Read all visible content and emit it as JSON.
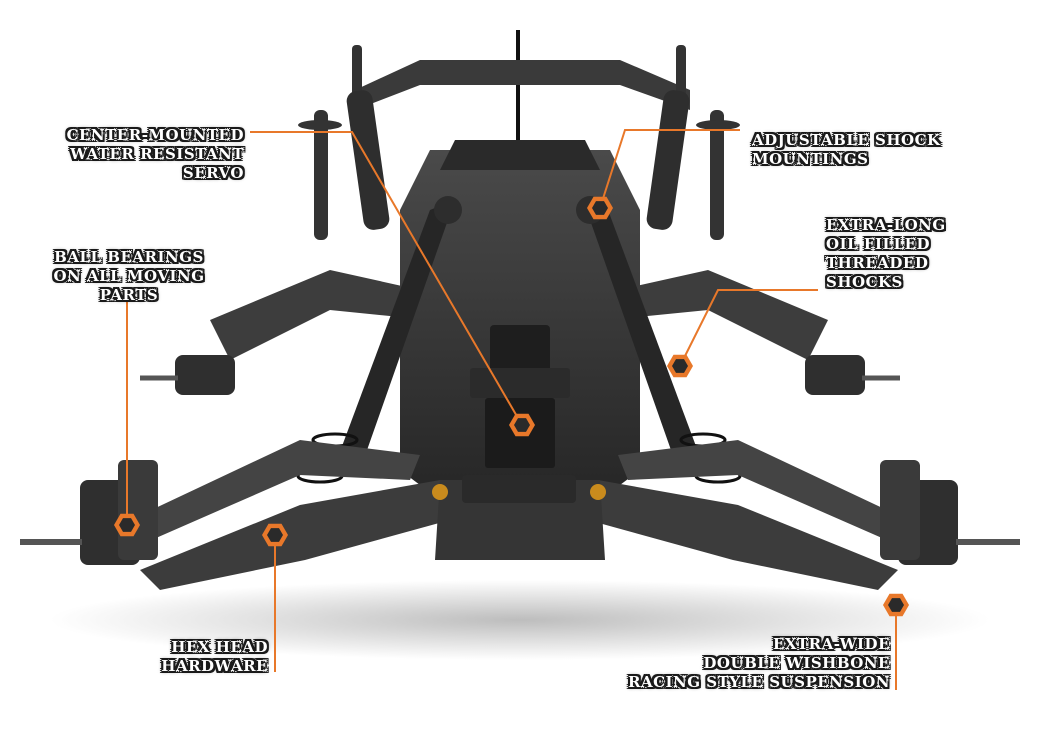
{
  "colors": {
    "leader": "#e8782a",
    "hex_fill": "#2a2a2a",
    "chassis": "#3b3b3b",
    "chassis_dark": "#1f1f1f",
    "label_outline": "#1a1a1a"
  },
  "labels": {
    "servo": [
      "CENTER-MOUNTED",
      "WATER RESISTANT",
      "SERVO"
    ],
    "shock_mountings": [
      "ADJUSTABLE SHOCK",
      "MOUNTINGS"
    ],
    "bearings": [
      "BALL BEARINGS",
      "ON ALL MOVING",
      "PARTS"
    ],
    "shocks": [
      "EXTRA-LONG",
      "OIL FILLED",
      "THREADED",
      "SHOCKS"
    ],
    "hardware": [
      "HEX HEAD",
      "HARDWARE"
    ],
    "suspension": [
      "EXTRA-WIDE",
      "DOUBLE WISHBONE",
      "RACING STYLE SUSPENSION"
    ]
  },
  "markers": [
    "hex-marker",
    "hex-marker",
    "hex-marker",
    "hex-marker",
    "hex-marker",
    "hex-marker"
  ]
}
